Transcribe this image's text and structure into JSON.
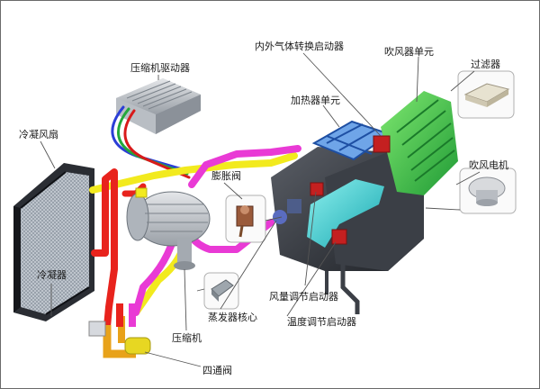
{
  "labels": {
    "inner_outer_actuator": "内外气体转换启动器",
    "blower_unit": "吹风器单元",
    "filter": "过滤器",
    "compressor_driver": "压缩机驱动器",
    "heater_unit": "加热器单元",
    "condenser_fan": "冷凝风扇",
    "blower_motor": "吹风电机",
    "expansion_valve": "膨胀阀",
    "condenser": "冷凝器",
    "air_volume_actuator": "风量调节启动器",
    "evaporator_core": "蒸发器核心",
    "compressor": "压缩机",
    "temp_actuator": "温度调节启动器",
    "four_way_valve": "四通阀"
  },
  "colors": {
    "pipe_red": "#e8231d",
    "pipe_yellow": "#f2ea1e",
    "pipe_magenta": "#e93ad5",
    "wire_blue": "#2b3ed6",
    "wire_green": "#24a83b",
    "wire_red": "#d81a1a",
    "hvac_green": "#3cc848",
    "hvac_cyan": "#2fd0cf",
    "hvac_blue": "#3a78c8",
    "leader_line": "#555555"
  }
}
